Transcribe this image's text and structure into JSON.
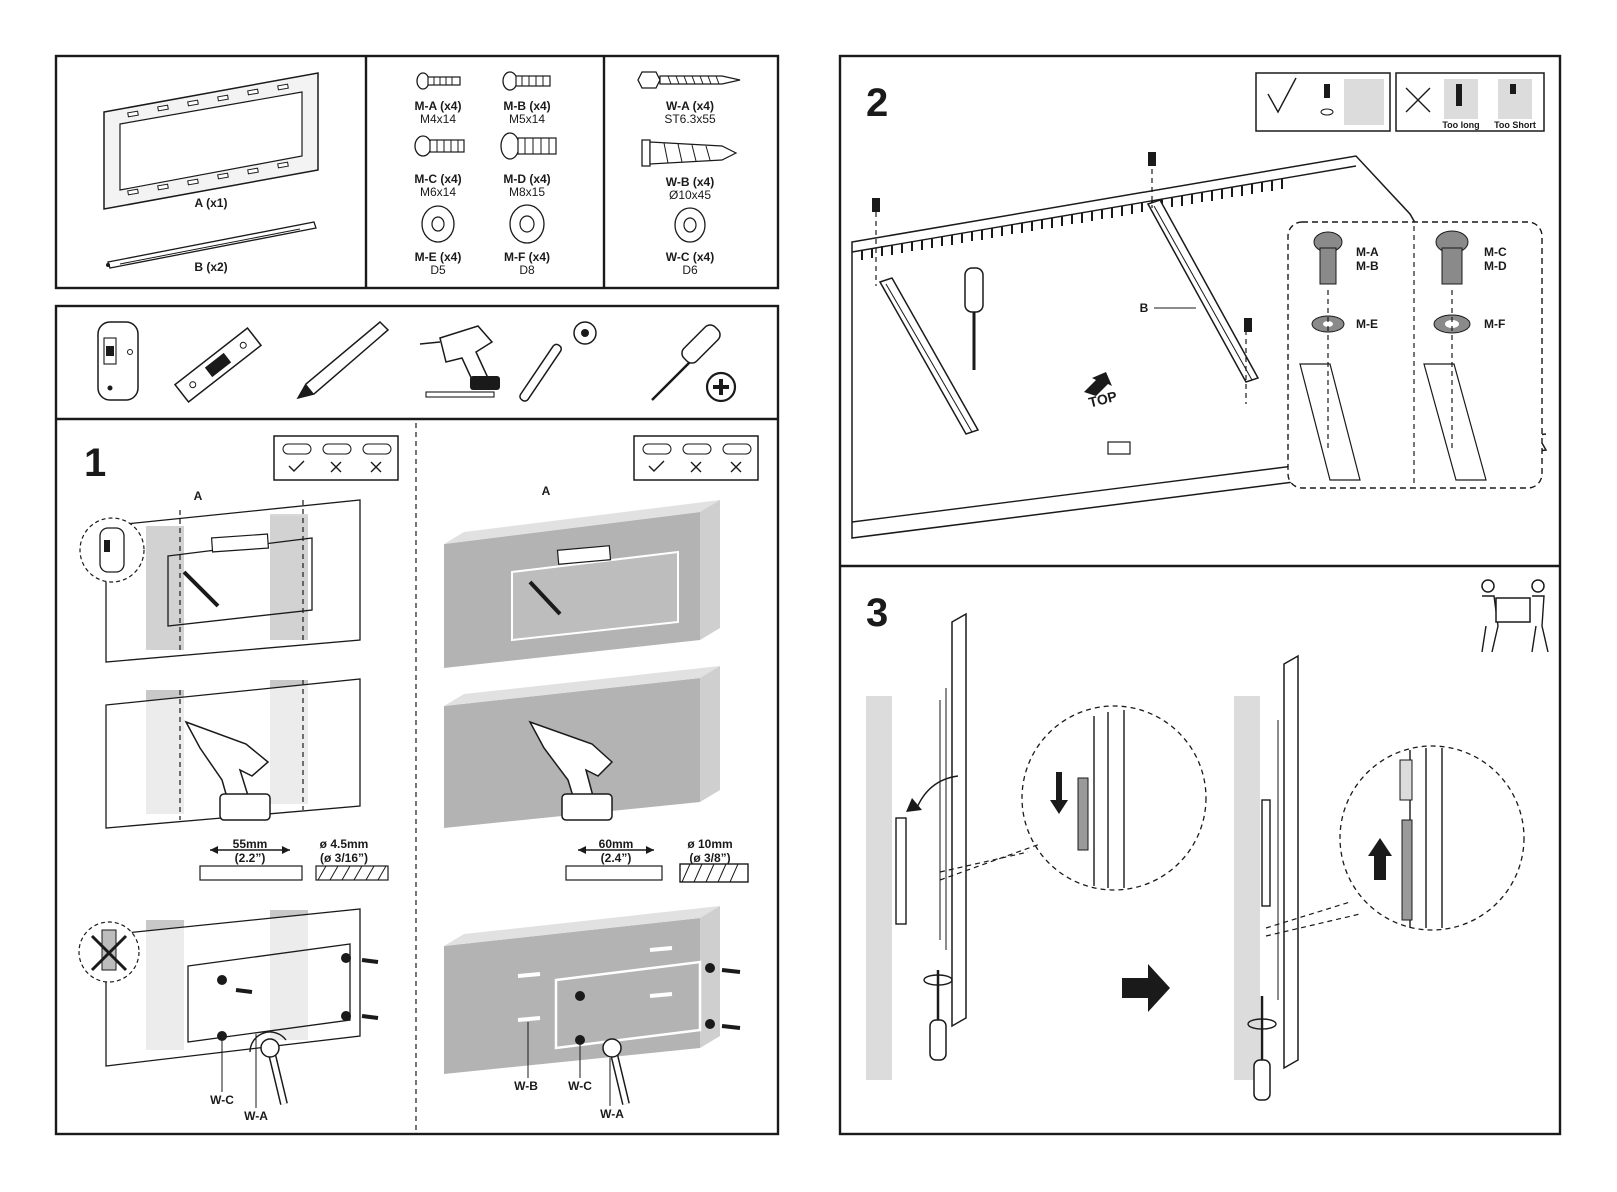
{
  "hardware": {
    "bracket_a": "A (x1)",
    "arm_b": "B (x2)",
    "screws": [
      {
        "code": "M-A (x4)",
        "size": "M4x14"
      },
      {
        "code": "M-B (x4)",
        "size": "M5x14"
      },
      {
        "code": "M-C (x4)",
        "size": "M6x14"
      },
      {
        "code": "M-D (x4)",
        "size": "M8x15"
      },
      {
        "code": "M-E (x4)",
        "size": "D5"
      },
      {
        "code": "M-F (x4)",
        "size": "D8"
      }
    ],
    "wall_fixings": [
      {
        "code": "W-A (x4)",
        "size": "ST6.3x55"
      },
      {
        "code": "W-B (x4)",
        "size": "Ø10x45"
      },
      {
        "code": "W-C (x4)",
        "size": "D6"
      }
    ]
  },
  "tools": [
    "stud-finder",
    "spirit-level",
    "pencil",
    "power-drill",
    "socket-wrench",
    "phillips-screwdriver"
  ],
  "step1": {
    "number": "1",
    "label_a": "A",
    "wood": {
      "spacing": "55mm",
      "spacing_in": "(2.2”)",
      "drill": "ø 4.5mm",
      "drill_in": "(ø 3/16”)",
      "wc": "W-C",
      "wa": "W-A"
    },
    "masonry": {
      "spacing": "60mm",
      "spacing_in": "(2.4”)",
      "drill": "ø 10mm",
      "drill_in": "(ø 3/8”)",
      "wb": "W-B",
      "wc": "W-C",
      "wa": "W-A"
    }
  },
  "step2": {
    "number": "2",
    "label_b": "B",
    "top": "TOP",
    "too_long": "Too long",
    "too_short": "Too Short",
    "small_screw": "M-A",
    "small_screw_2": "M-B",
    "small_washer": "M-E",
    "large_screw": "M-C",
    "large_screw_2": "M-D",
    "large_washer": "M-F"
  },
  "step3": {
    "number": "3"
  }
}
